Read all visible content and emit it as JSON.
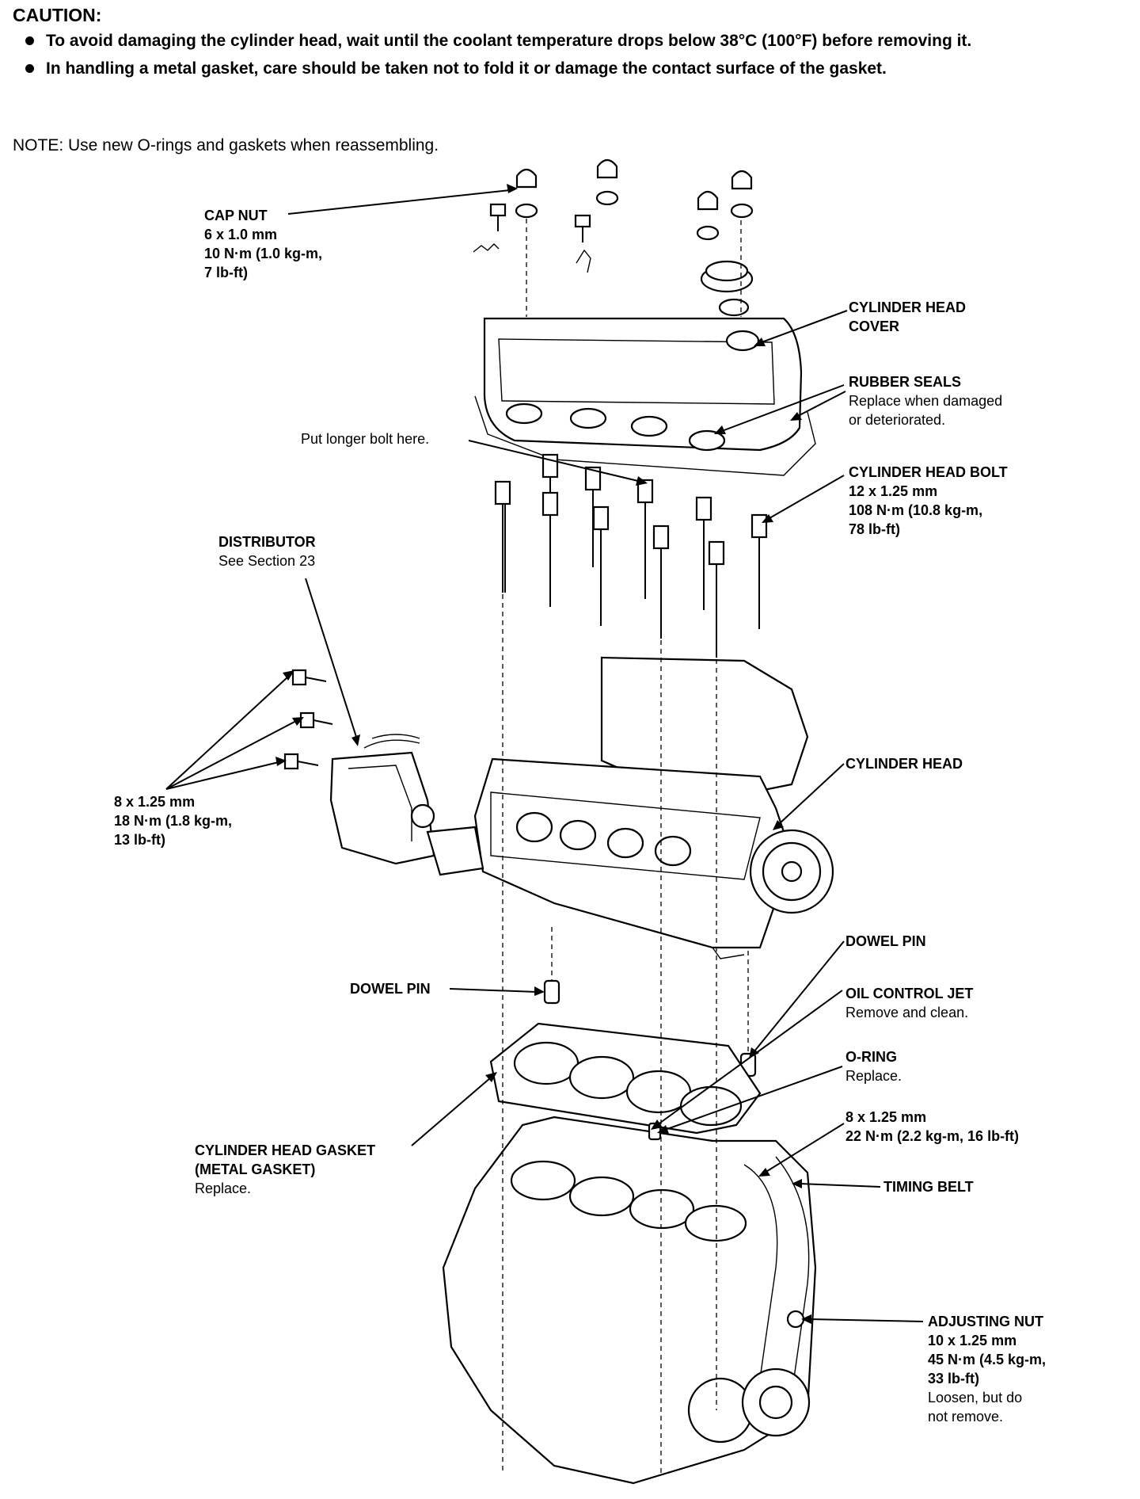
{
  "caution": {
    "title": "CAUTION:",
    "items": [
      "To avoid damaging the cylinder head, wait until the coolant temperature drops below 38°C (100°F) before removing it.",
      "In handling a metal gasket, care should be taken not to fold it or damage the contact surface of the gasket."
    ]
  },
  "note": "NOTE:  Use new O-rings and gaskets when reassembling.",
  "callouts": {
    "cap_nut": {
      "title": "CAP NUT",
      "lines": [
        "6 x 1.0 mm",
        "10 N·m (1.0 kg-m,",
        "7 lb-ft)"
      ]
    },
    "head_cover": {
      "title": "CYLINDER HEAD",
      "lines": [
        "COVER"
      ]
    },
    "rubber_seals": {
      "title": "RUBBER SEALS",
      "lines": [
        "Replace when damaged",
        "or deteriorated."
      ]
    },
    "longer_bolt": {
      "text": "Put longer bolt here."
    },
    "head_bolt": {
      "title": "CYLINDER HEAD BOLT",
      "lines": [
        "12 x 1.25 mm",
        "108 N·m (10.8 kg-m,",
        "78 lb-ft)"
      ]
    },
    "distributor": {
      "title": "DISTRIBUTOR",
      "lines": [
        "See Section 23"
      ]
    },
    "dist_bolts": {
      "lines": [
        "8 x 1.25 mm",
        "18 N·m (1.8 kg-m,",
        "13 lb-ft)"
      ]
    },
    "cylinder_head": {
      "title": "CYLINDER HEAD"
    },
    "dowel_pin_left": {
      "title": "DOWEL PIN"
    },
    "dowel_pin_right": {
      "title": "DOWEL PIN"
    },
    "oil_jet": {
      "title": "OIL CONTROL JET",
      "lines": [
        "Remove and clean."
      ]
    },
    "o_ring": {
      "title": "O-RING",
      "lines": [
        "Replace."
      ]
    },
    "jet_bolt": {
      "lines": [
        "8 x 1.25 mm",
        "22 N·m (2.2 kg-m, 16 lb-ft)"
      ]
    },
    "head_gasket": {
      "title": "CYLINDER HEAD GASKET",
      "lines": [
        "(METAL GASKET)",
        "Replace."
      ]
    },
    "timing_belt": {
      "title": "TIMING BELT"
    },
    "adjusting_nut": {
      "title": "ADJUSTING NUT",
      "lines": [
        "10 x 1.25 mm",
        "45 N·m (4.5 kg-m,",
        "33 lb-ft)",
        "Loosen, but do",
        "not remove."
      ]
    }
  }
}
